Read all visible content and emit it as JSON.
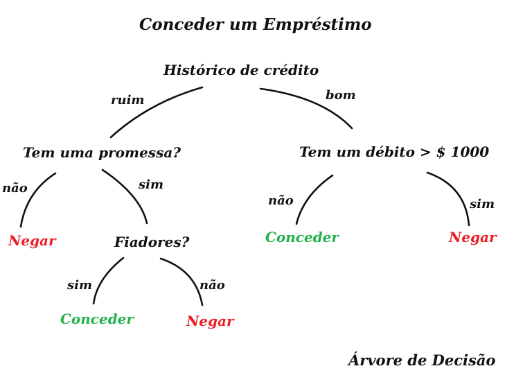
{
  "title": "Conceder um Empréstimo",
  "footer": "Árvore de Decisão",
  "colors": {
    "deny": "#ee1c25",
    "grant": "#22b14c",
    "text": "#111111"
  },
  "tree": {
    "root": "Histórico de crédito",
    "edge_bad": "ruim",
    "edge_good": "bom",
    "left": {
      "question": "Tem uma promessa?",
      "edge_no": "não",
      "edge_yes": "sim",
      "no_leaf": "Negar",
      "yes_node": {
        "question": "Fiadores?",
        "edge_yes": "sim",
        "edge_no": "não",
        "yes_leaf": "Conceder",
        "no_leaf": "Negar"
      }
    },
    "right": {
      "question": "Tem um débito > $ 1000",
      "edge_no": "não",
      "edge_yes": "sim",
      "no_leaf": "Conceder",
      "yes_leaf": "Negar"
    }
  }
}
